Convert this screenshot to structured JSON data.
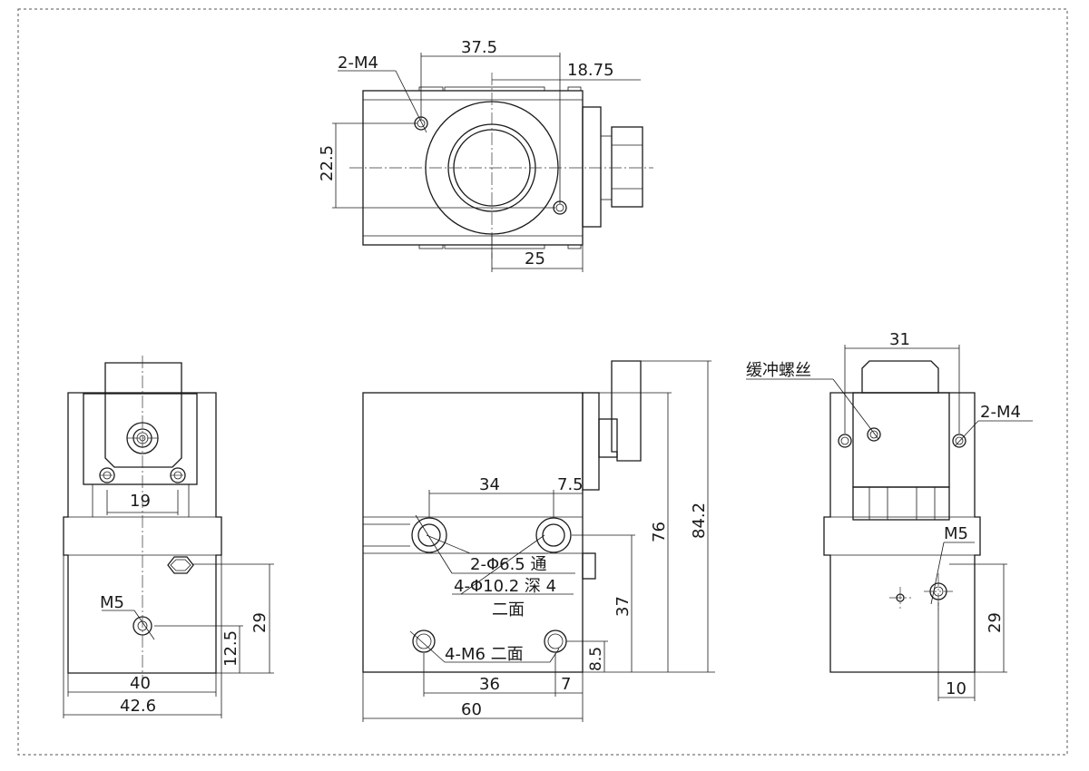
{
  "top_view": {
    "d_37_5": "37.5",
    "d_18_75": "18.75",
    "d_22_5": "22.5",
    "d_25": "25",
    "note_2m4": "2-M4"
  },
  "left_view": {
    "d_19": "19",
    "d_29": "29",
    "d_12_5": "12.5",
    "d_40": "40",
    "d_42_6": "42.6",
    "note_m5": "M5"
  },
  "front_view": {
    "d_34": "34",
    "d_7_5": "7.5",
    "d_76": "76",
    "d_84_2": "84.2",
    "d_37": "37",
    "d_8_5": "8.5",
    "d_36": "36",
    "d_7": "7",
    "d_60": "60",
    "note_phi65": "2-Φ6.5 通",
    "note_phi102": "4-Φ10.2 深 4",
    "note_two_faces": "二面",
    "note_m6": "4-M6 二面"
  },
  "right_view": {
    "d_31": "31",
    "d_29": "29",
    "d_10": "10",
    "note_buffer": "缓冲螺丝",
    "note_2m4": "2-M4",
    "note_m5": "M5"
  }
}
